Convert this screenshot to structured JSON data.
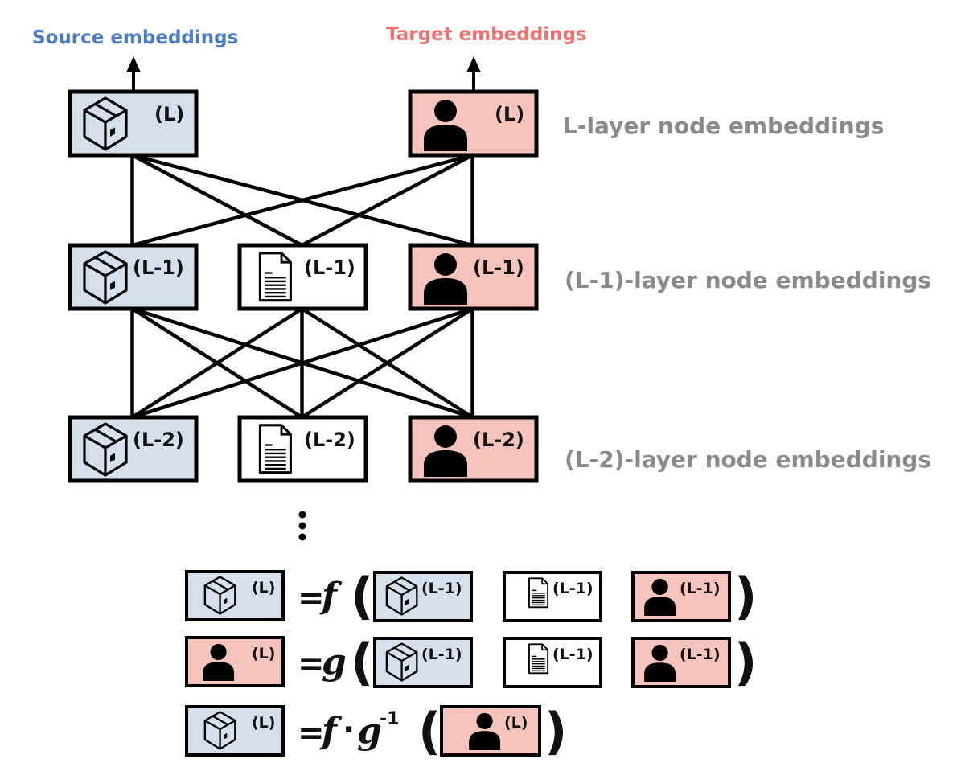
{
  "headers": {
    "source": "Source embeddings",
    "target": "Target embeddings"
  },
  "colors": {
    "source_text": "#4a7ac9",
    "target_text": "#f07070",
    "source_fill": "#d6dfec",
    "target_fill": "#f7c3bd",
    "doc_fill": "#ffffff",
    "line": "#000000",
    "layer_label": "#8a8a8a"
  },
  "layers": [
    {
      "label": "L-layer node embeddings",
      "nodes": [
        {
          "type": "source",
          "icon": "package-icon",
          "label": "(L)"
        },
        {
          "type": "target",
          "icon": "person-icon",
          "label": "(L)"
        }
      ]
    },
    {
      "label": "(L-1)-layer node embeddings",
      "nodes": [
        {
          "type": "source",
          "icon": "package-icon",
          "label": "(L-1)"
        },
        {
          "type": "doc",
          "icon": "document-icon",
          "label": "(L-1)"
        },
        {
          "type": "target",
          "icon": "person-icon",
          "label": "(L-1)"
        }
      ]
    },
    {
      "label": "(L-2)-layer node embeddings",
      "nodes": [
        {
          "type": "source",
          "icon": "package-icon",
          "label": "(L-2)"
        },
        {
          "type": "doc",
          "icon": "document-icon",
          "label": "(L-2)"
        },
        {
          "type": "target",
          "icon": "person-icon",
          "label": "(L-2)"
        }
      ]
    }
  ],
  "ellipsis": "⋮",
  "formulas": [
    {
      "lhs": {
        "type": "source",
        "icon": "package-icon",
        "label": "(L)"
      },
      "equals": "=",
      "func": "f",
      "func_sup": "",
      "dot": "",
      "func2": "",
      "open": "(",
      "close": ")",
      "args": [
        {
          "type": "source",
          "icon": "package-icon",
          "label": "(L-1)"
        },
        {
          "type": "doc",
          "icon": "document-icon",
          "label": "(L-1)"
        },
        {
          "type": "target",
          "icon": "person-icon",
          "label": "(L-1)"
        }
      ]
    },
    {
      "lhs": {
        "type": "target",
        "icon": "person-icon",
        "label": "(L)"
      },
      "equals": "=",
      "func": "g",
      "func_sup": "",
      "dot": "",
      "func2": "",
      "open": "(",
      "close": ")",
      "args": [
        {
          "type": "source",
          "icon": "package-icon",
          "label": "(L-1)"
        },
        {
          "type": "doc",
          "icon": "document-icon",
          "label": "(L-1)"
        },
        {
          "type": "target",
          "icon": "person-icon",
          "label": "(L-1)"
        }
      ]
    },
    {
      "lhs": {
        "type": "source",
        "icon": "package-icon",
        "label": "(L)"
      },
      "equals": "=",
      "func": "f",
      "dot": "·",
      "func2": "g",
      "func_sup": "-1",
      "open": "(",
      "close": ")",
      "args": [
        {
          "type": "target",
          "icon": "person-icon",
          "label": "(L)"
        }
      ]
    }
  ]
}
